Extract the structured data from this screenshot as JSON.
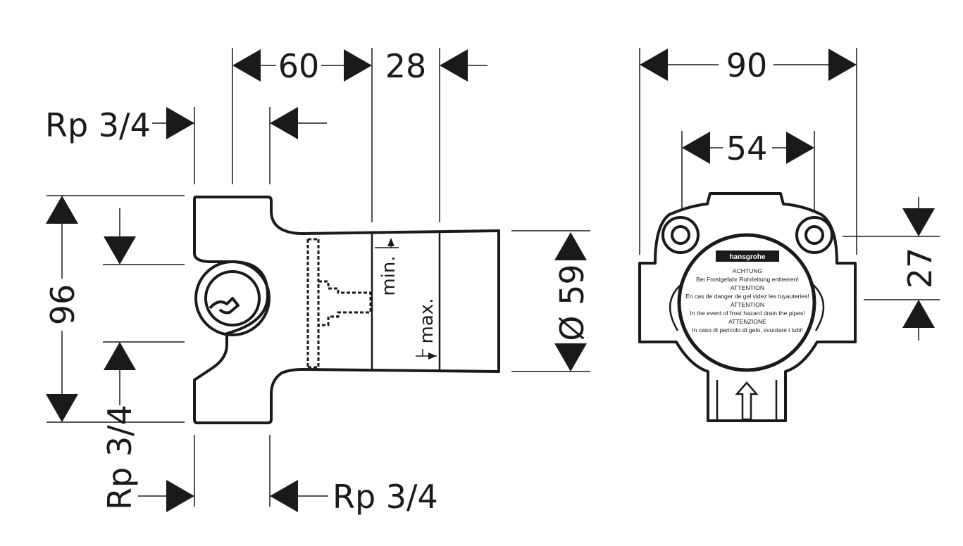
{
  "dimensions": {
    "dim_60": "60",
    "dim_28": "28",
    "dim_90": "90",
    "dim_54": "54",
    "dim_96": "96",
    "dim_59": "Ø 59",
    "dim_27": "27"
  },
  "thread_labels": {
    "top": "Rp 3/4",
    "bottom_left": "Rp 3/4",
    "bottom_right": "Rp 3/4"
  },
  "depth_labels": {
    "min": "min.",
    "max": "max."
  },
  "plate": {
    "brand": "hansgrohe",
    "lines": [
      "ACHTUNG",
      "Bei Frostgefahr Rohrleitung entleeren!",
      "ATTENTION",
      "En cas de danger de gel videz les tuyauteries!",
      "ATTENTION",
      "In the event of frost hazard drain the pipes!",
      "ATTENZIONE",
      "In caso di pericolo di gelo, svuotare i tubi!"
    ]
  }
}
